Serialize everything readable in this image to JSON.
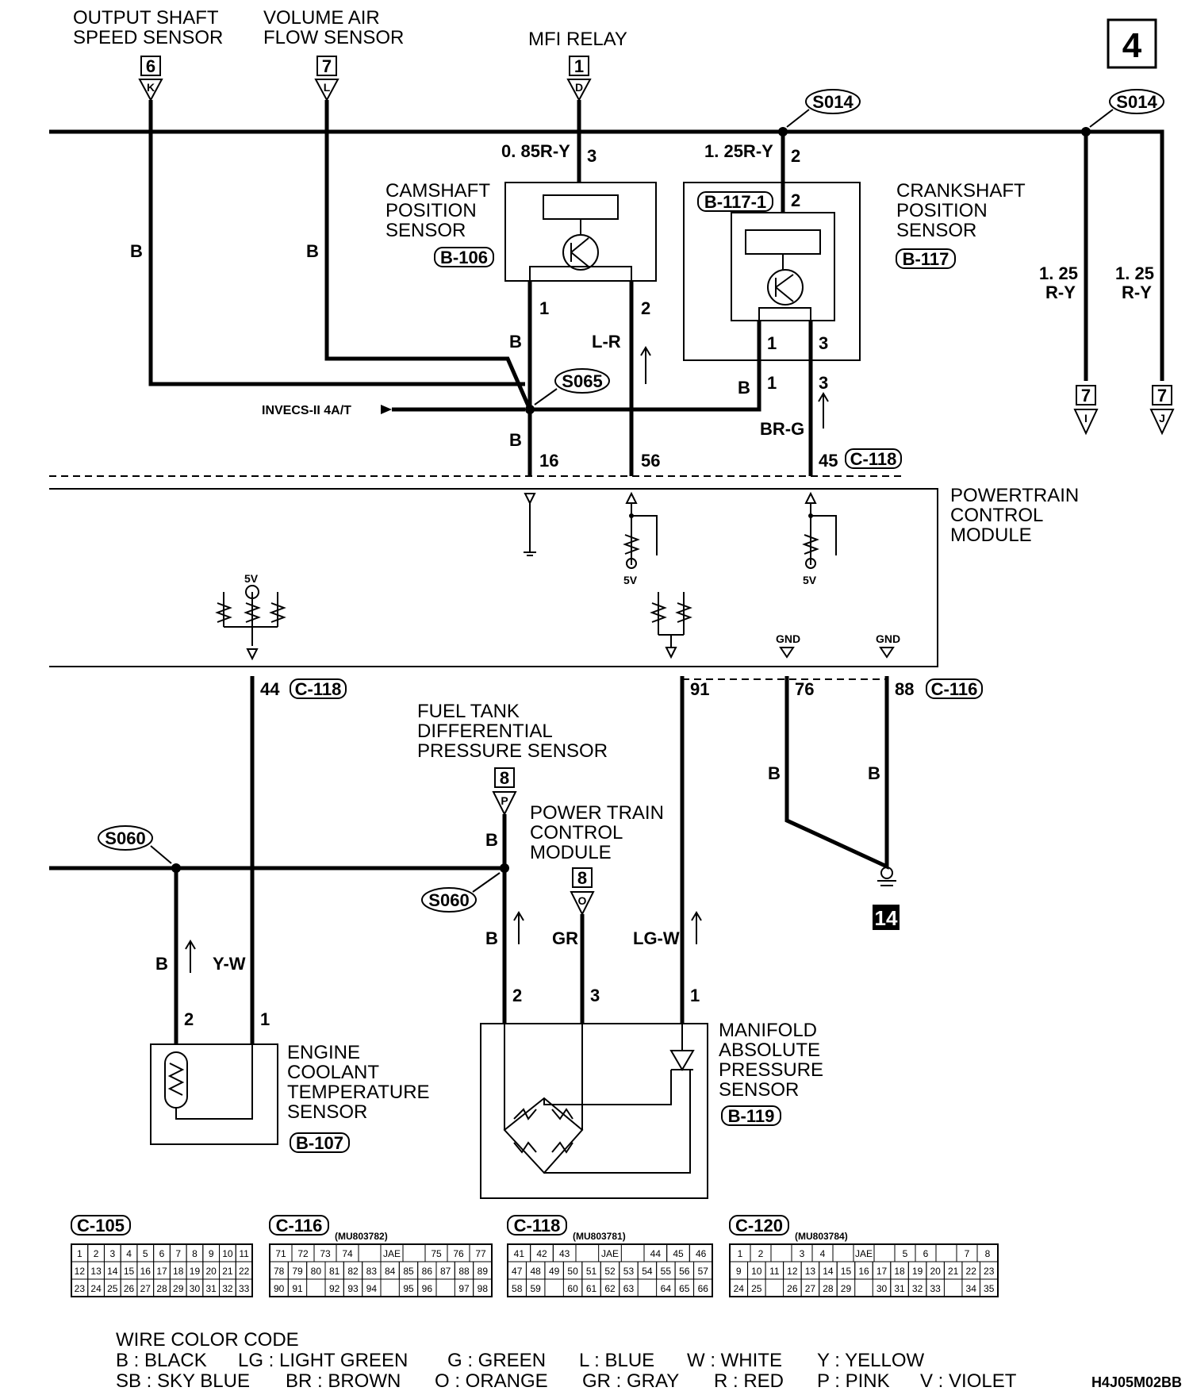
{
  "page_number": "4",
  "top_sources": [
    {
      "name": "OUTPUT SHAFT\nSPEED SENSOR",
      "box": "6",
      "letter": "K"
    },
    {
      "name": "VOLUME AIR\nFLOW SENSOR",
      "box": "7",
      "letter": "L"
    },
    {
      "name": "MFI RELAY",
      "box": "1",
      "letter": "D"
    }
  ],
  "splices": {
    "s014": "S014",
    "s065": "S065",
    "s060": "S060"
  },
  "wires": {
    "top_left_1": "B",
    "top_left_2": "B",
    "cam_feed": "0. 85R-Y",
    "crank_feed": "1. 25R-Y",
    "right_1": "1. 25\nR-Y",
    "right_2": "1. 25\nR-Y",
    "cam_p1": "B",
    "cam_p2": "L-R",
    "crank_p1": "B",
    "crank_p3": "BR-G",
    "pcm16": "B",
    "gnd76": "B",
    "gnd88": "B",
    "ect_2": "B",
    "ect_1": "Y-W",
    "ftdps": "B",
    "map_2": "B",
    "map_3": "GR",
    "map_1": "LG-W"
  },
  "pins": {
    "cam_3": "3",
    "crank_2": "2",
    "crank_inner_2": "2",
    "cam_1": "1",
    "cam_2": "2",
    "crank_in_1": "1",
    "crank_in_3": "3",
    "crank_out_1": "1",
    "crank_out_3": "3",
    "pcm_16": "16",
    "pcm_56": "56",
    "pcm_45": "45",
    "pcm_44": "44",
    "pcm_91": "91",
    "pcm_76": "76",
    "pcm_88": "88",
    "ect_2": "2",
    "ect_1": "1",
    "map_2": "2",
    "map_3": "3",
    "map_1": "1"
  },
  "components": {
    "camshaft": {
      "name": "CAMSHAFT\nPOSITION\nSENSOR",
      "code": "B-106"
    },
    "crankshaft": {
      "name": "CRANKSHAFT\nPOSITION\nSENSOR",
      "code": "B-117",
      "inner_code": "B-117-1"
    },
    "pcm": {
      "name": "POWERTRAIN\nCONTROL\nMODULE"
    },
    "ftdps": {
      "name": "FUEL TANK\nDIFFERENTIAL\nPRESSURE SENSOR",
      "box": "8",
      "letter": "P"
    },
    "pcm2": {
      "name": "POWER TRAIN\nCONTROL\nMODULE",
      "box": "8",
      "letter": "O"
    },
    "ect": {
      "name": "ENGINE\nCOOLANT\nTEMPERATURE\nSENSOR",
      "code": "B-107"
    },
    "map": {
      "name": "MANIFOLD\nABSOLUTE\nPRESSURE\nSENSOR",
      "code": "B-119"
    }
  },
  "connectors": {
    "c118_top": "C-118",
    "c118_bot": "C-118",
    "c116": "C-116"
  },
  "invecs": "INVECS-II 4A/T",
  "right_boxes": [
    {
      "box": "7",
      "letter": "I"
    },
    {
      "box": "7",
      "letter": "J"
    }
  ],
  "v5": "5V",
  "gnd": "GND",
  "ground_number": "14",
  "connector_tables": [
    {
      "code": "C-105",
      "part": "",
      "rows": [
        [
          "1",
          "2",
          "3",
          "4",
          "5",
          "6",
          "7",
          "8",
          "9",
          "10",
          "11"
        ],
        [
          "12",
          "13",
          "14",
          "15",
          "16",
          "17",
          "18",
          "19",
          "20",
          "21",
          "22"
        ],
        [
          "23",
          "24",
          "25",
          "26",
          "27",
          "28",
          "29",
          "30",
          "31",
          "32",
          "33"
        ]
      ]
    },
    {
      "code": "C-116",
      "part": "(MU803782)",
      "rows": [
        [
          "71",
          "72",
          "73",
          "74",
          "",
          "JAE",
          "",
          "75",
          "76",
          "77"
        ],
        [
          "78",
          "79",
          "80",
          "81",
          "82",
          "83",
          "84",
          "85",
          "86",
          "87",
          "88",
          "89"
        ],
        [
          "90",
          "91",
          "",
          "92",
          "93",
          "94",
          "",
          "95",
          "96",
          "",
          "97",
          "98"
        ]
      ]
    },
    {
      "code": "C-118",
      "part": "(MU803781)",
      "rows": [
        [
          "41",
          "42",
          "43",
          "",
          "JAE",
          "",
          "44",
          "45",
          "46"
        ],
        [
          "47",
          "48",
          "49",
          "50",
          "51",
          "52",
          "53",
          "54",
          "55",
          "56",
          "57"
        ],
        [
          "58",
          "59",
          "",
          "60",
          "61",
          "62",
          "63",
          "",
          "64",
          "65",
          "66"
        ]
      ]
    },
    {
      "code": "C-120",
      "part": "(MU803784)",
      "rows": [
        [
          "1",
          "2",
          "",
          "3",
          "4",
          "",
          "JAE",
          "",
          "5",
          "6",
          "",
          "7",
          "8"
        ],
        [
          "9",
          "10",
          "11",
          "12",
          "13",
          "14",
          "15",
          "16",
          "17",
          "18",
          "19",
          "20",
          "21",
          "22",
          "23"
        ],
        [
          "24",
          "25",
          "",
          "26",
          "27",
          "28",
          "29",
          "",
          "30",
          "31",
          "32",
          "33",
          "",
          "34",
          "35"
        ]
      ]
    }
  ],
  "color_code": {
    "title": "WIRE COLOR CODE",
    "row1": [
      "B : BLACK",
      "LG : LIGHT GREEN",
      "G : GREEN",
      "L : BLUE",
      "W : WHITE",
      "Y : YELLOW"
    ],
    "row2": [
      "SB : SKY BLUE",
      "BR : BROWN",
      "O : ORANGE",
      "GR : GRAY",
      "R : RED",
      "P : PINK",
      "V : VIOLET"
    ]
  },
  "figure_code": "H4J05M02BB"
}
